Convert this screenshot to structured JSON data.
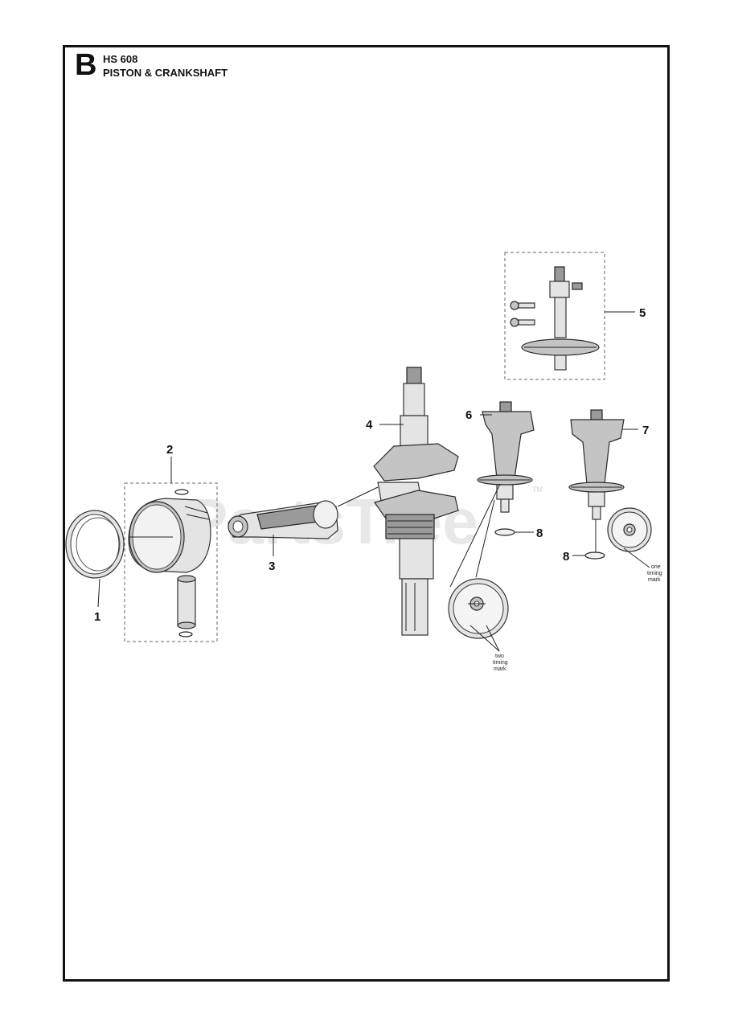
{
  "header": {
    "section_letter": "B",
    "model": "HS 608",
    "title": "PISTON & CRANKSHAFT"
  },
  "watermark": {
    "text": "PartsTree",
    "tm": "TM"
  },
  "callouts": [
    {
      "number": "1",
      "part": "piston-rings"
    },
    {
      "number": "2",
      "part": "piston-assembly"
    },
    {
      "number": "3",
      "part": "connecting-rod"
    },
    {
      "number": "4",
      "part": "crankshaft"
    },
    {
      "number": "5",
      "part": "camshaft-kit"
    },
    {
      "number": "6",
      "part": "camshaft"
    },
    {
      "number": "7",
      "part": "camshaft"
    },
    {
      "number": "8",
      "part": "washer"
    },
    {
      "number": "8",
      "part": "washer"
    }
  ],
  "notes": {
    "two_timing_mark": [
      "two",
      "timing",
      "mark"
    ],
    "one_timing_mark": [
      "one",
      "timing",
      "mark"
    ]
  },
  "colors": {
    "line": "#111111",
    "part_fill": "#e4e4e4",
    "part_shade": "#9a9a9a",
    "watermark": "#d9d9d9"
  }
}
